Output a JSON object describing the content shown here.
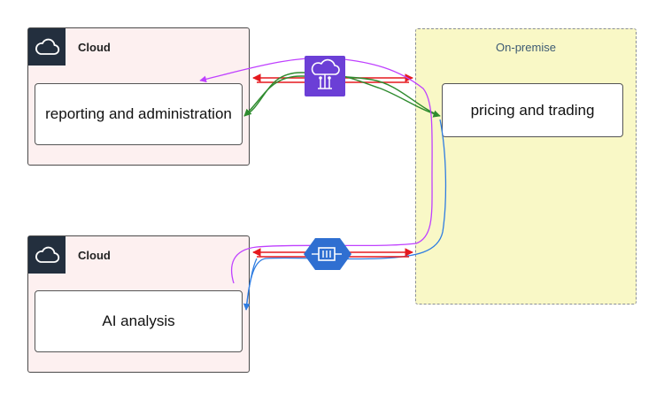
{
  "groups": {
    "cloud_top": {
      "label": "Cloud",
      "icon": "cloud-icon"
    },
    "cloud_bottom": {
      "label": "Cloud",
      "icon": "cloud-icon"
    },
    "onprem": {
      "label": "On-premise"
    }
  },
  "nodes": {
    "reporting": "reporting and administration",
    "pricing": "pricing and trading",
    "ai": "AI analysis"
  },
  "connectors": {
    "top_service_icon": "iot-cloud-icon",
    "bottom_service_icon": "queue-icon"
  },
  "colors": {
    "cloud_bg": "#fdf0f0",
    "cloud_badge": "#232f3e",
    "onprem_bg": "#f9f8c6",
    "top_service": "#6b3fd6",
    "bottom_service": "#2f6fd1",
    "edge_red": "#e5191e",
    "edge_green": "#2e8b2e",
    "edge_purple": "#bf40ff",
    "edge_blue": "#2f7de1"
  }
}
